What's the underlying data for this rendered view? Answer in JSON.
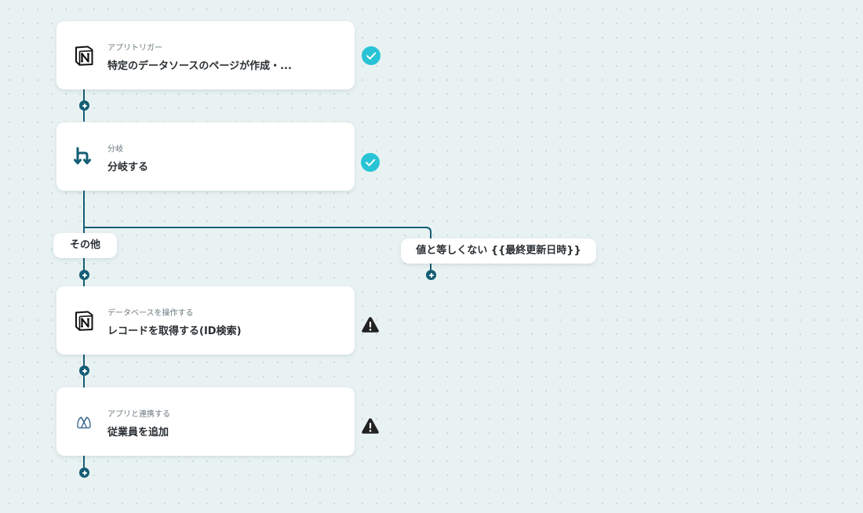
{
  "colors": {
    "background": "#e9f2f2",
    "connector": "#155e75",
    "success": "#29c3d6",
    "warning": "#222222",
    "card": "#ffffff"
  },
  "flow": {
    "steps": [
      {
        "subtitle": "アプリトリガー",
        "title": "特定のデータソースのページが作成・...",
        "icon": "notion-icon",
        "status": "success"
      },
      {
        "subtitle": "分岐",
        "title": "分岐する",
        "icon": "branch-icon",
        "status": "success"
      },
      {
        "subtitle": "データベースを操作する",
        "title": "レコードを取得する(ID検索)",
        "icon": "notion-icon",
        "status": "warning"
      },
      {
        "subtitle": "アプリと連携する",
        "title": "従業員を追加",
        "icon": "integration-icon",
        "status": "warning"
      }
    ],
    "branches": {
      "other": "その他",
      "condition": "値と等しくない {{最終更新日時}}"
    }
  }
}
